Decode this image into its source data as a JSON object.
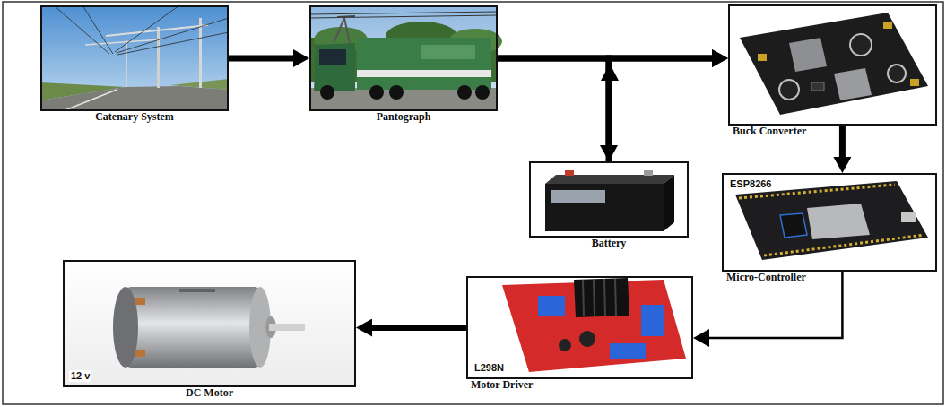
{
  "diagram": {
    "nodes": [
      {
        "text": [
          "Catenary System"
        ]
      },
      {
        "text": [
          "Pantograph"
        ]
      },
      {
        "text": [
          "Buck Converter"
        ]
      },
      {
        "text": [
          "Battery"
        ]
      },
      {
        "text": [
          "ESP8266",
          "Micro-Controller"
        ]
      },
      {
        "text": [
          "L298N",
          "Motor Driver"
        ]
      },
      {
        "text": [
          "12 v",
          "DC Motor"
        ]
      }
    ],
    "edges": [
      {
        "from": 0,
        "to": 1,
        "arrow": "to"
      },
      {
        "from": 1,
        "to": 2,
        "arrow": "to"
      },
      {
        "from": 1,
        "to": 3,
        "arrow": "to"
      },
      {
        "from": 3,
        "to": 2,
        "arrow": "to"
      },
      {
        "from": 2,
        "to": 4,
        "arrow": "to"
      },
      {
        "from": 4,
        "to": 5,
        "arrow": "to"
      },
      {
        "from": 5,
        "to": 6,
        "arrow": "to"
      }
    ]
  }
}
